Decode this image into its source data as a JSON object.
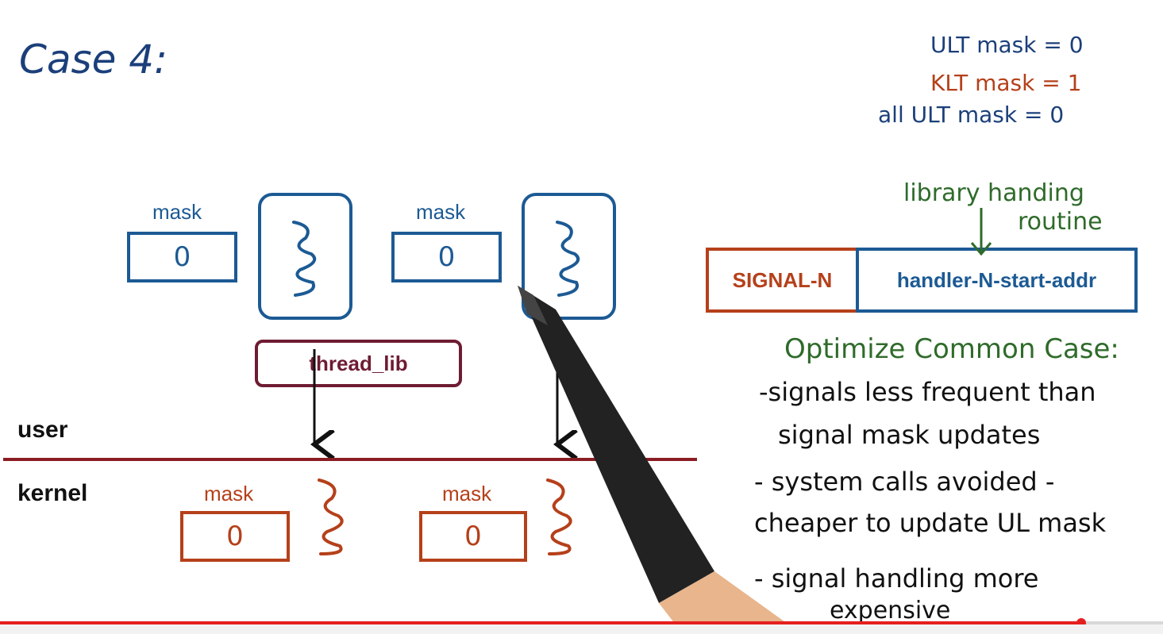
{
  "title": "Case 4:",
  "masks_note": {
    "ult": "ULT mask = 0",
    "klt": "KLT mask = 1",
    "all_ult": "all  ULT mask = 0"
  },
  "user_threads": [
    {
      "mask_label": "mask",
      "mask_value": "0"
    },
    {
      "mask_label": "mask",
      "mask_value": "0"
    }
  ],
  "thread_lib": "thread_lib",
  "layers": {
    "user": "user",
    "kernel": "kernel"
  },
  "kernel_threads": [
    {
      "mask_label": "mask",
      "mask_value": "0"
    },
    {
      "mask_label": "mask",
      "mask_value": "0"
    }
  ],
  "handler_table": {
    "signal": "SIGNAL-N",
    "handler": "handler-N-start-addr",
    "annotation_line1": "library handing",
    "annotation_line2": "routine"
  },
  "notes": {
    "heading": "Optimize  Common Case:",
    "line1": "-signals less frequent than",
    "line2": "signal mask updates",
    "line3": "- system calls avoided -",
    "line4": "cheaper to update UL mask",
    "line5": "- signal handling more",
    "line6": "expensive"
  },
  "video_progress": 0.93,
  "colors": {
    "user_blue": "#1c5a94",
    "kernel_red": "#b5401a",
    "thread_lib_maroon": "#6e1c33",
    "notes_green": "#2f6b2a",
    "divider": "#8a1c24"
  }
}
